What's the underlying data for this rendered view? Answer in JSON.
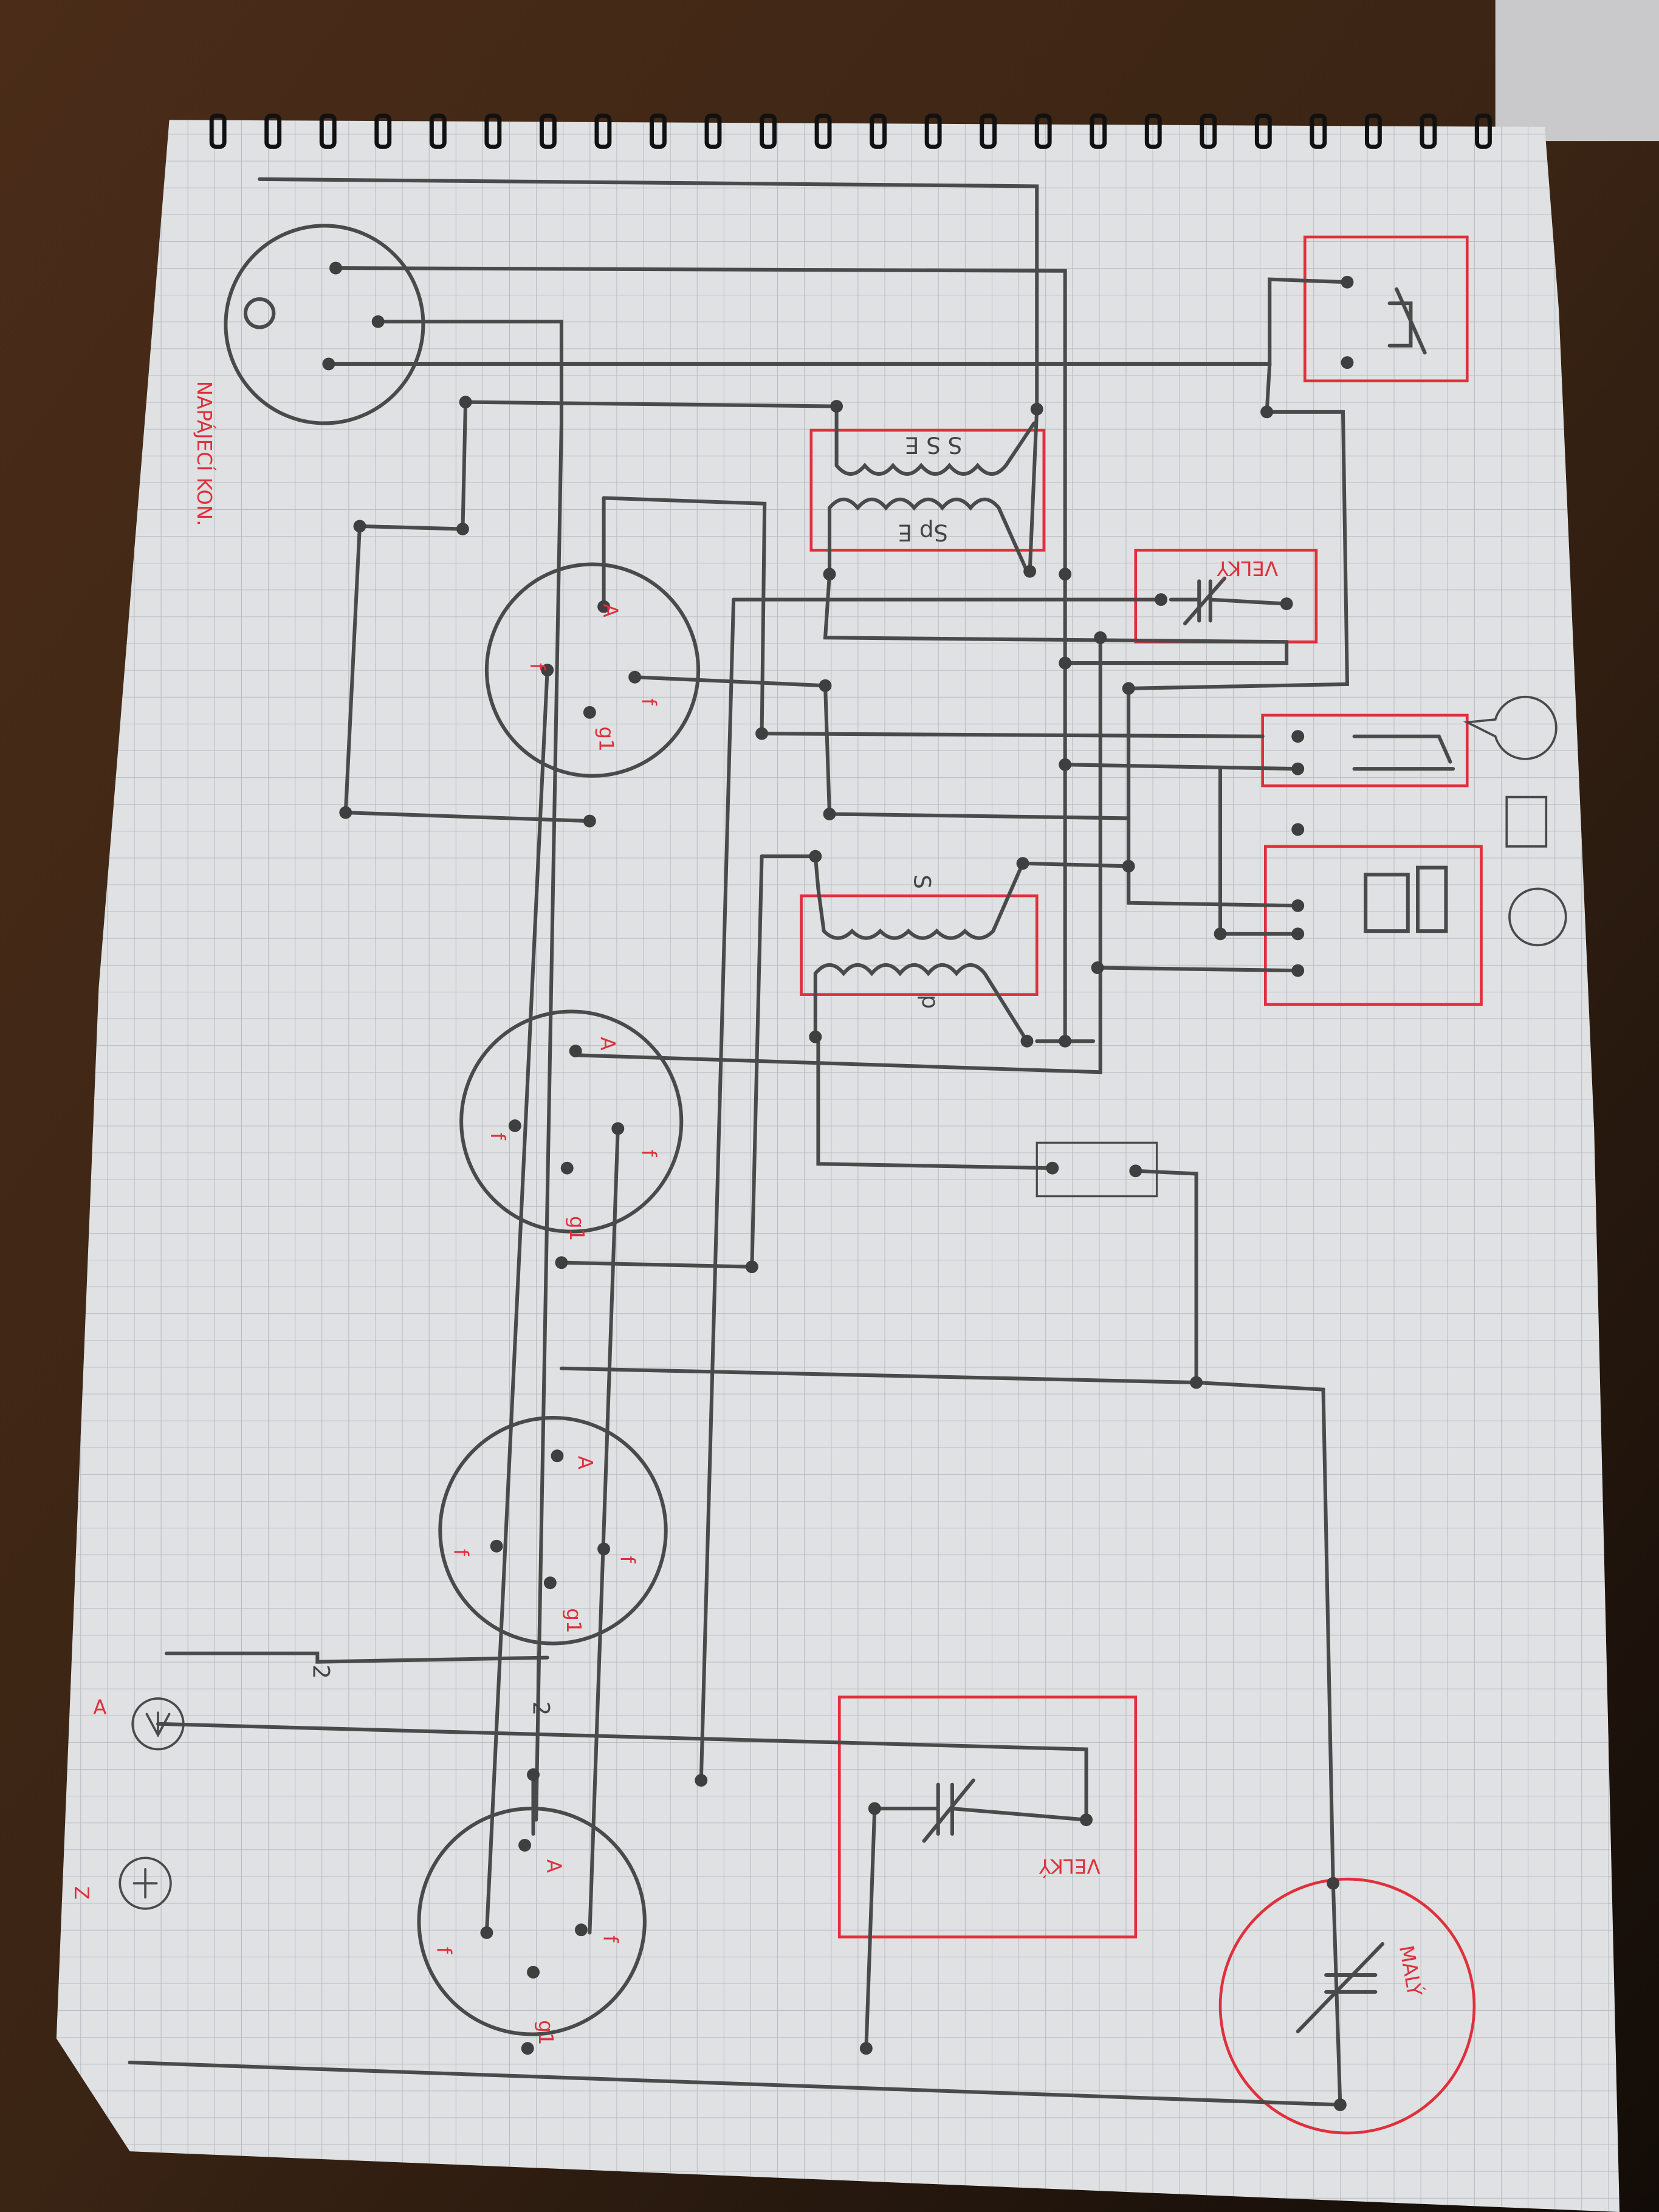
{
  "title_label": "NAPÁJECÍ KON.",
  "transformer_top": {
    "upper_coil_label": "S S E",
    "lower_coil_label": "Sp E"
  },
  "transformer_bottom": {
    "upper_coil_label": "S",
    "lower_coil_label": "p"
  },
  "capacitor_big_1": "VELKÝ",
  "capacitor_big_2": "VELKÝ",
  "capacitor_small": "MALÝ",
  "tube_pins": {
    "anode": "A",
    "filament": "f",
    "grid": "g1"
  },
  "meter_label": "A",
  "ground_label": "Z",
  "marks": [
    "2",
    "2"
  ],
  "colors": {
    "paper": "#dfe1e3",
    "grid": "#b4b8bc",
    "pencil": "#4a4a4a",
    "red_ink": "#e0303c",
    "wood": "#3a2414"
  }
}
